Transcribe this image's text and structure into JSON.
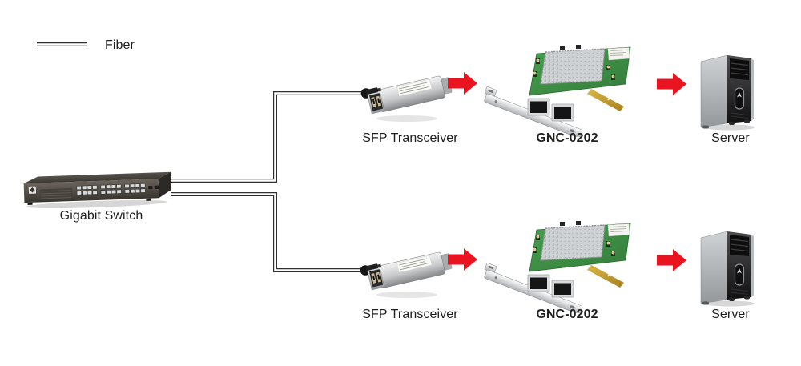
{
  "legend": {
    "label": "Fiber"
  },
  "gigabit_switch": {
    "label": "Gigabit Switch"
  },
  "rows": [
    {
      "sfp": "SFP Transceiver",
      "nic": "GNC-0202",
      "server": "Server"
    },
    {
      "sfp": "SFP Transceiver",
      "nic": "GNC-0202",
      "server": "Server"
    }
  ],
  "colors": {
    "arrow_red": "#e9141f",
    "fiber_line": "#2f2f2f",
    "pcb_green": "#3e8f44",
    "gold_edge": "#c9a12e"
  }
}
